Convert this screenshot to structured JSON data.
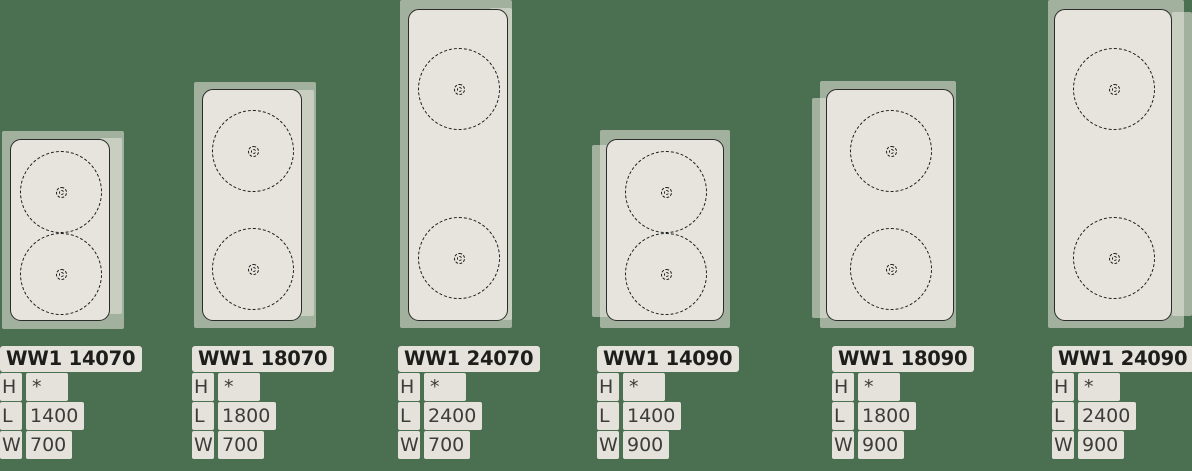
{
  "page": {
    "background_color": "#4a7051",
    "panel_fill_color": "#e6e4dc",
    "panel_stroke_color": "#2b2b2b",
    "label_background_color": "#e4e2da",
    "label_text_color": "#1d1d1b",
    "dim_keys": {
      "height": "H",
      "length": "L",
      "width": "W"
    }
  },
  "units": [
    {
      "title": "WW1 14070",
      "h_label": "H",
      "h_value": "*",
      "l_label": "L",
      "l_value": "1400",
      "w_label": "W",
      "w_value": "700",
      "length_mm": 1400,
      "width_mm": 700,
      "burners": 2
    },
    {
      "title": "WW1 18070",
      "h_label": "H",
      "h_value": "*",
      "l_label": "L",
      "l_value": "1800",
      "w_label": "W",
      "w_value": "700",
      "length_mm": 1800,
      "width_mm": 700,
      "burners": 2
    },
    {
      "title": "WW1 24070",
      "h_label": "H",
      "h_value": "*",
      "l_label": "L",
      "l_value": "2400",
      "w_label": "W",
      "w_value": "700",
      "length_mm": 2400,
      "width_mm": 700,
      "burners": 2
    },
    {
      "title": "WW1 14090",
      "h_label": "H",
      "h_value": "*",
      "l_label": "L",
      "l_value": "1400",
      "w_label": "W",
      "w_value": "900",
      "length_mm": 1400,
      "width_mm": 900,
      "burners": 2
    },
    {
      "title": "WW1 18090",
      "h_label": "H",
      "h_value": "*",
      "l_label": "L",
      "l_value": "1800",
      "w_label": "W",
      "w_value": "900",
      "length_mm": 1800,
      "width_mm": 900,
      "burners": 2
    },
    {
      "title": "WW1 24090",
      "h_label": "H",
      "h_value": "*",
      "l_label": "L",
      "l_value": "2400",
      "w_label": "W",
      "w_value": "900",
      "length_mm": 2400,
      "width_mm": 900,
      "burners": 2
    }
  ]
}
